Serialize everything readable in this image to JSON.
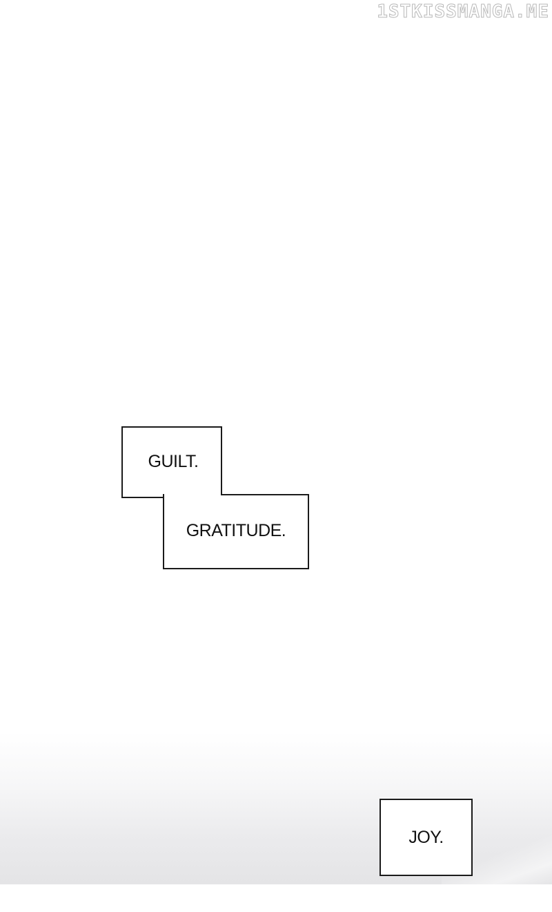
{
  "watermark": {
    "text": "1STKISSMANGA.ME"
  },
  "captions": {
    "guilt": "GUILT.",
    "gratitude": "GRATITUDE.",
    "joy": "JOY."
  }
}
